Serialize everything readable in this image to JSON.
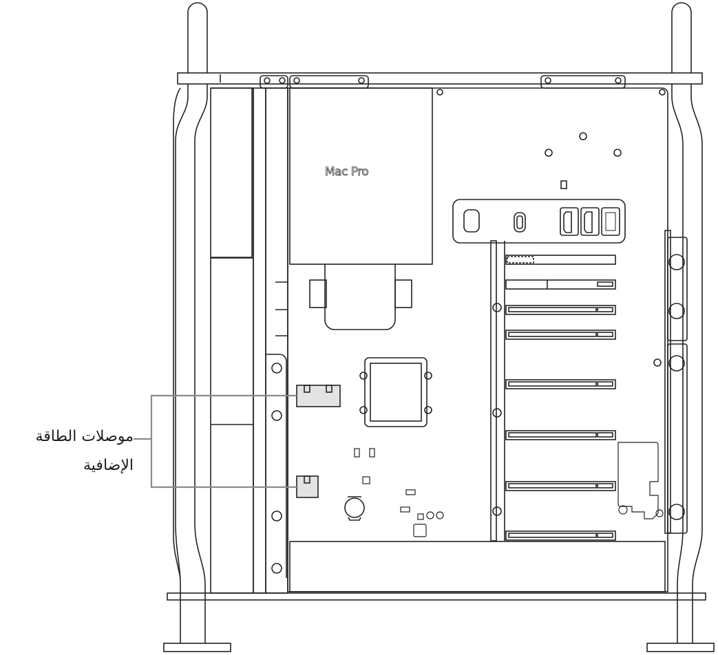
{
  "diagram": {
    "subject": "Mac Pro side view with case removed",
    "brand_label": " Mac Pro",
    "callout": {
      "line1": "موصلات الطاقة",
      "line2": "الإضافية",
      "full_text": "موصلات الطاقة الإضافية",
      "targets": [
        "auxiliary-power-connector-upper",
        "auxiliary-power-connector-lower"
      ]
    },
    "io_panel": {
      "ports": [
        "power-button",
        "usb-c-port",
        "thunderbolt-port-1",
        "thunderbolt-port-2",
        "header-connector"
      ]
    },
    "pcie_slots": 8,
    "colors": {
      "line": "#222222",
      "highlight_fill": "#e3e3e3",
      "callout_line": "#8a8a8a",
      "background": "#ffffff"
    }
  }
}
